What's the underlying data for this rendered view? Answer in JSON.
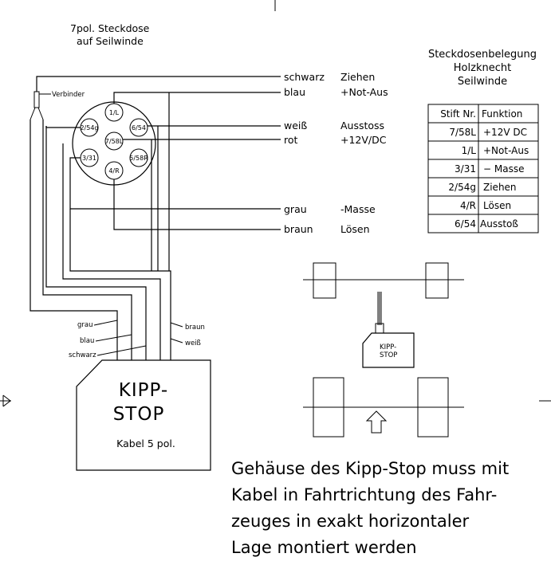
{
  "socket_header": {
    "line1": "7pol. Steckdose",
    "line2": "auf Seilwinde"
  },
  "table_header": {
    "line1": "Steckdosenbelegung",
    "line2": "Holzknecht",
    "line3": "Seilwinde"
  },
  "table": {
    "columns": [
      "Stift Nr.",
      "Funktion"
    ],
    "rows": [
      [
        "7/58L",
        "+12V DC"
      ],
      [
        "1/L",
        "+Not-Aus"
      ],
      [
        "3/31",
        "− Masse"
      ],
      [
        "2/54g",
        "Ziehen"
      ],
      [
        "4/R",
        "Lösen"
      ],
      [
        "6/54",
        "Ausstoß"
      ]
    ]
  },
  "connector_label": "Verbinder",
  "pins": [
    "1/L",
    "2/54g",
    "6/54",
    "7/58L",
    "3/31",
    "5/58R",
    "4/R"
  ],
  "wires": [
    {
      "color": "schwarz",
      "function": "Ziehen"
    },
    {
      "color": "blau",
      "function": "+Not-Aus"
    },
    {
      "color": "weiß",
      "function": "Ausstoss"
    },
    {
      "color": "rot",
      "function": "+12V/DC"
    },
    {
      "color": "grau",
      "function": "-Masse"
    },
    {
      "color": "braun",
      "function": "Lösen"
    }
  ],
  "cable_labels": {
    "grau": "grau",
    "blau": "blau",
    "schwarz": "schwarz",
    "braun": "braun",
    "weiss": "weiß"
  },
  "kipp_box": {
    "title_line1": "KIPP-",
    "title_line2": "STOP",
    "subtitle": "Kabel 5 pol."
  },
  "small_box": {
    "line1": "KIPP-",
    "line2": "STOP"
  },
  "note": {
    "line1": "Gehäuse des Kipp-Stop muss mit",
    "line2": "Kabel in Fahrtrichtung des Fahr-",
    "line3": "zeuges in exakt horizontaler",
    "line4": "Lage montiert werden"
  }
}
